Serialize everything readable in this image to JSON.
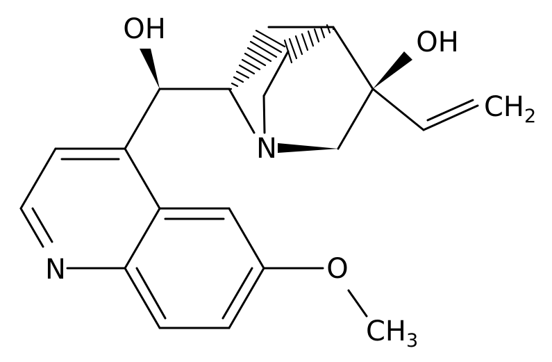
{
  "molecule": {
    "atom_labels": {
      "hydroxyl_1": "OH",
      "hydroxyl_2": "OH",
      "ring_nitrogen_1": "N",
      "ring_nitrogen_2": "N",
      "ether_oxygen": "O",
      "vinyl_ch": "CH",
      "vinyl_sub": "2",
      "methyl_ch": "CH",
      "methyl_sub": "3"
    },
    "colors": {
      "nitrogen": "#3050F8",
      "oxygen": "#FF0D0D",
      "carbon": "#000000",
      "background": "#FFFFFF"
    }
  }
}
